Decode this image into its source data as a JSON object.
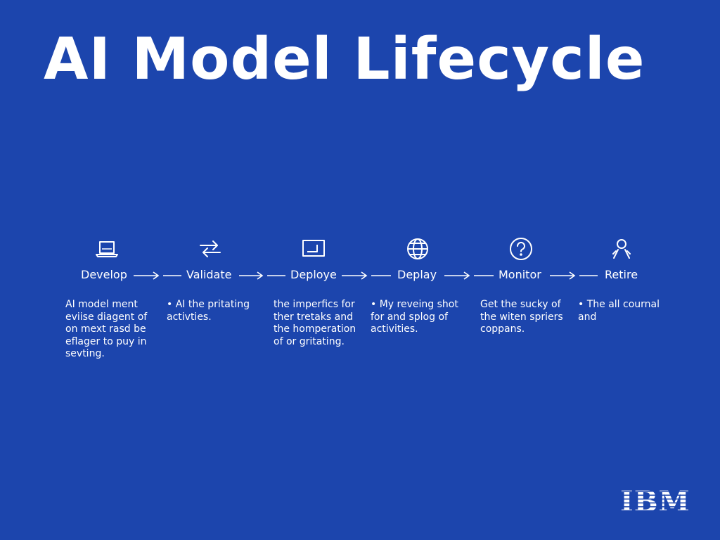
{
  "title": "AI Model Lifecycle",
  "stages": [
    {
      "label": "Develop",
      "icon": "laptop-icon",
      "desc": "AI model ment\neviise diagent of\non mext rasd be\neflager to puy in\nsevting."
    },
    {
      "label": "Validate",
      "icon": "arrows-exchange-icon",
      "desc": "• AI the pritating\n   activties."
    },
    {
      "label": "Deploye",
      "icon": "monitor-icon",
      "desc": "the imperfics for\nther tretaks and\nthe homperation\nof or gritating."
    },
    {
      "label": "Deplay",
      "icon": "globe-icon",
      "desc": "• My reveing shot\n   for and splog of\n   activities."
    },
    {
      "label": "Monitor",
      "icon": "question-icon",
      "desc": "Get the sucky of\nthe witen spriers\ncoppans."
    },
    {
      "label": "Retire",
      "icon": "users-icon",
      "desc": "• The all cournal\n   and"
    }
  ],
  "logo": "IBM",
  "colors": {
    "background": "#1c45ad",
    "foreground": "#ffffff"
  }
}
